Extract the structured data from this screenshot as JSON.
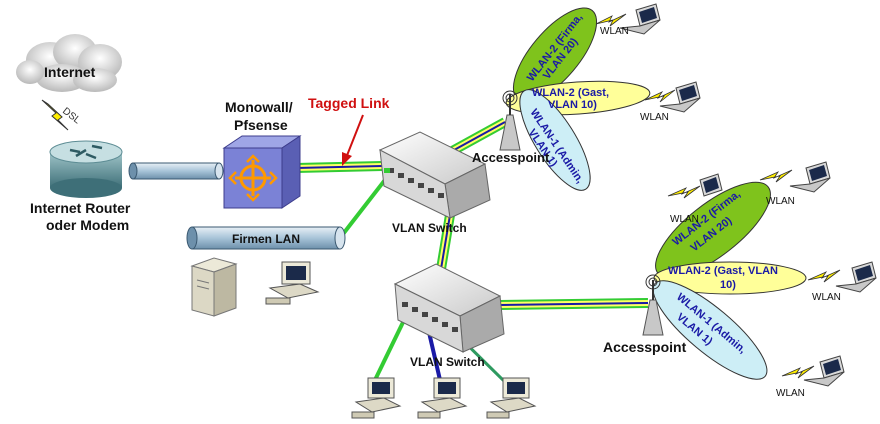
{
  "labels": {
    "internet": "Internet",
    "dsl": "DSL",
    "router_line1": "Internet Router",
    "router_line2": "oder Modem",
    "firewall_line1": "Monowall/",
    "firewall_line2": "Pfsense",
    "tagged_link": "Tagged Link",
    "firmen_lan": "Firmen LAN",
    "vlan_switch_top": "VLAN Switch",
    "vlan_switch_bottom": "VLAN Switch",
    "accesspoint_top": "Accesspoint",
    "accesspoint_bottom": "Accesspoint",
    "wlan": "WLAN"
  },
  "ap_top_beams": {
    "firma_1": "WLAN-2 (Firma,",
    "firma_2": "VLAN 20)",
    "gast_1": "WLAN-2 (Gast,",
    "gast_2": "VLAN 10)",
    "admin_1": "WLAN-1 (Admin,",
    "admin_2": "VLAN 1)"
  },
  "ap_bottom_beams": {
    "firma_1": "WLAN-2 (Firma,",
    "firma_2": "VLAN 20)",
    "gast_1": "WLAN-2 (Gast, VLAN",
    "gast_2": "10)",
    "admin_1": "WLAN-1 (Admin,",
    "admin_2": "VLAN 1)"
  },
  "colors": {
    "vlan_green": "#33cc33",
    "vlan_yellow": "#ffff66",
    "vlan_blue": "#1a1aa6",
    "tagged_red": "#d01010",
    "beam_green": "#7fc31c",
    "beam_yellow": "#ffff99",
    "beam_light_blue": "#cdeef6",
    "beam_text": "#1a1aa6",
    "pipe_fill": "#a8c4d8"
  }
}
